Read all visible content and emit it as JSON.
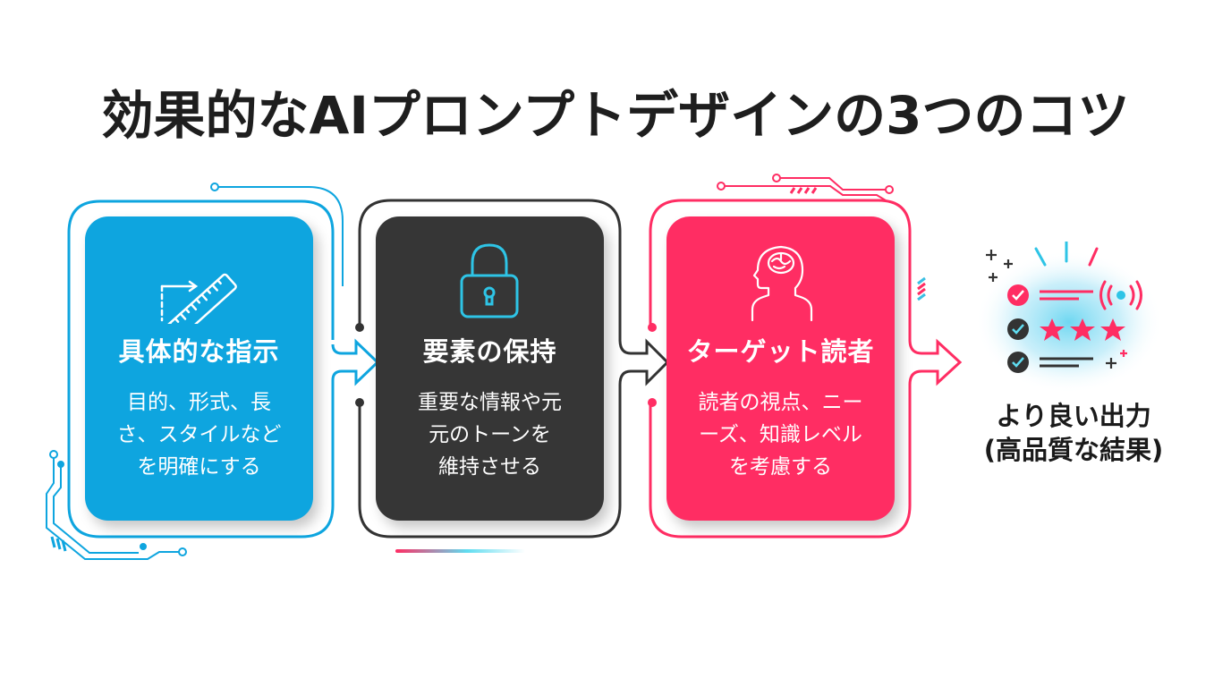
{
  "title": "効果的なAIプロンプトデザインの3つのコツ",
  "colors": {
    "blue": "#0ea5df",
    "dark": "#363636",
    "pink": "#ff2d63",
    "cyan_glow": "#5fd3f0"
  },
  "steps": [
    {
      "icon": "ruler-measure-icon",
      "heading": "具体的な指示",
      "description_lines": [
        "目的、形式、長",
        "さ、スタイルなど",
        "を明確にする"
      ]
    },
    {
      "icon": "padlock-icon",
      "heading": "要素の保持",
      "description_lines": [
        "重要な情報や元",
        "元のトーンを",
        "維持させる"
      ]
    },
    {
      "icon": "head-brain-icon",
      "heading": "ターゲット読者",
      "description_lines": [
        "読者の視点、ニー",
        "ーズ、知識レベル",
        "を考慮する"
      ]
    }
  ],
  "result": {
    "icon": "checklist-quality-icon",
    "line1": "より良い出力",
    "line2": "(高品質な結果)"
  }
}
